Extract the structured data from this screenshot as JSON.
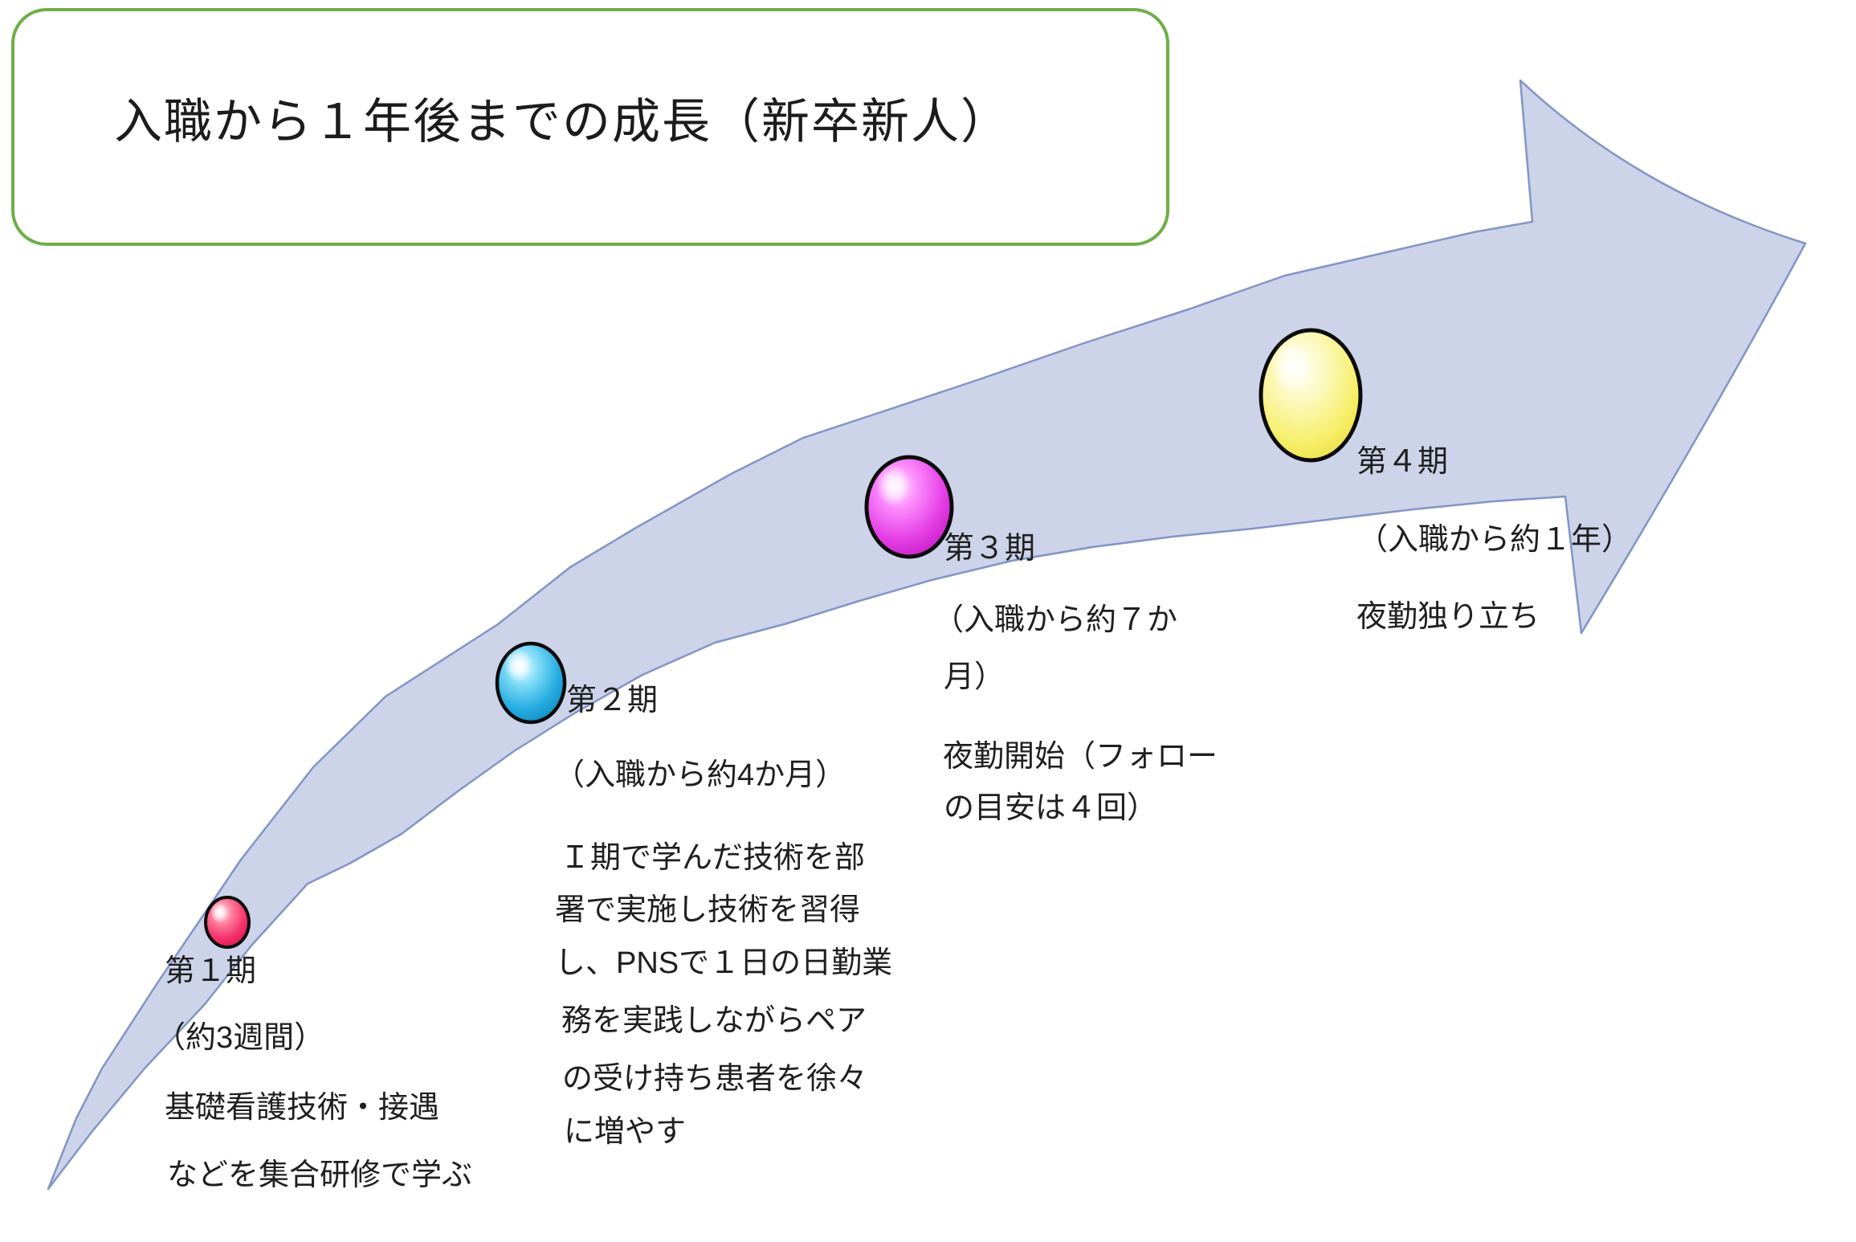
{
  "slide": {
    "title": "入職から１年後までの成長（新卒新人）"
  },
  "palette": {
    "title_border": "#6fae47",
    "arrow_fill": "#cdd3e9",
    "arrow_stroke": "#8295c7",
    "text": "#1f1f1f",
    "marker_stage1": "#f5326b",
    "marker_stage2": "#27ade2",
    "marker_stage3": "#e63fe6",
    "marker_stage4": "#f6ee67"
  },
  "stages": [
    {
      "id": "stage-1",
      "marker": "red-sphere",
      "lines": [
        "第１期",
        "（約3週間）",
        "基礎看護技術・接遇",
        "などを集合研修で学ぶ"
      ]
    },
    {
      "id": "stage-2",
      "marker": "blue-sphere",
      "lines": [
        "第２期",
        "（入職から約4か月）",
        "Ｉ期で学んだ技術を部",
        "署で実施し技術を習得",
        "し、PNSで１日の日勤業",
        "務を実践しながらペア",
        "の受け持ち患者を徐々",
        "に増やす"
      ]
    },
    {
      "id": "stage-3",
      "marker": "magenta-sphere",
      "lines": [
        "第３期",
        "（入職から約７か",
        "月）",
        "夜勤開始（フォロー",
        "の目安は４回）"
      ]
    },
    {
      "id": "stage-4",
      "marker": "yellow-sphere",
      "lines": [
        "第４期",
        "（入職から約１年）",
        "夜勤独り立ち"
      ]
    }
  ]
}
